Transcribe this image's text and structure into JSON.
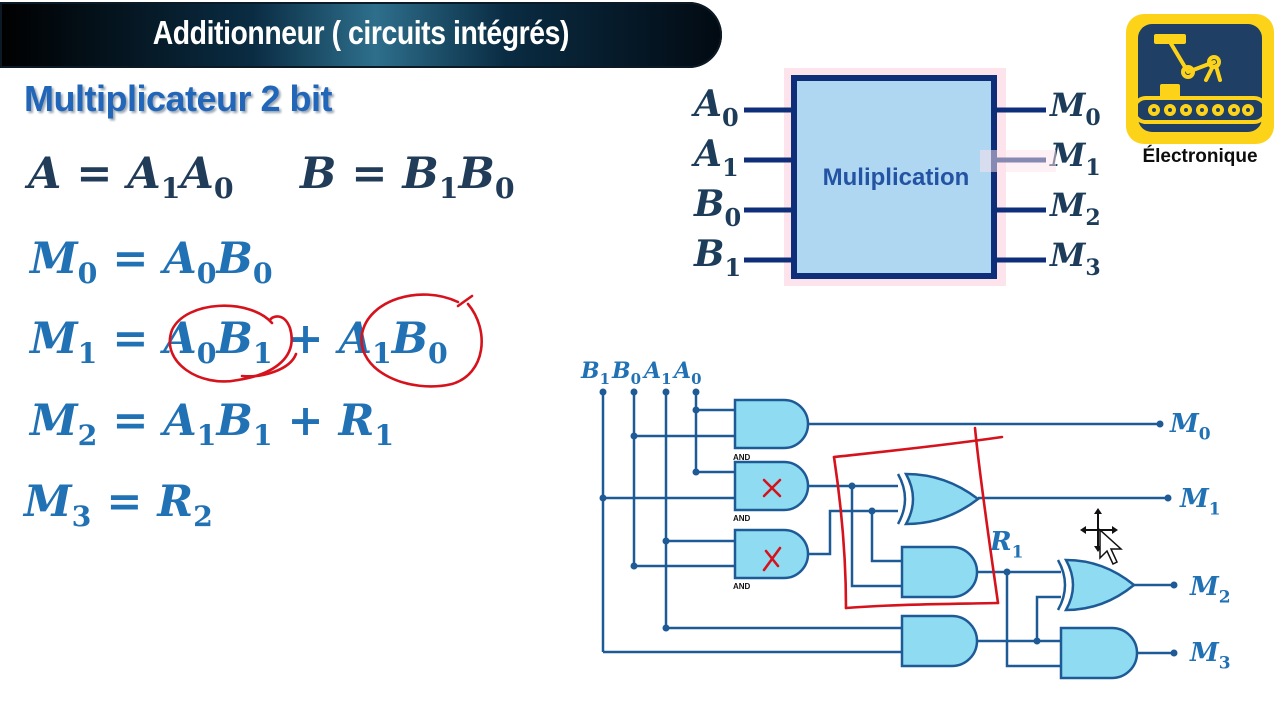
{
  "header": {
    "title": "Additionneur ( circuits intégrés)"
  },
  "subtitle": "Multiplicateur 2 bit",
  "equations": {
    "a_def": {
      "lhs": "A",
      "rhs": "A",
      "rhs_sub1": "1",
      "rhs2": "A",
      "rhs_sub2": "0"
    },
    "b_def": {
      "lhs": "B",
      "rhs": "B",
      "rhs_sub1": "1",
      "rhs2": "B",
      "rhs_sub2": "0"
    },
    "m0": {
      "lhs": "M",
      "lhs_sub": "0",
      "t1": "A",
      "t1_sub": "0",
      "t2": "B",
      "t2_sub": "0"
    },
    "m1": {
      "lhs": "M",
      "lhs_sub": "1",
      "t1": "A",
      "t1_sub": "0",
      "t2": "B",
      "t2_sub": "1",
      "t3": "A",
      "t3_sub": "1",
      "t4": "B",
      "t4_sub": "0"
    },
    "m2": {
      "lhs": "M",
      "lhs_sub": "2",
      "t1": "A",
      "t1_sub": "1",
      "t2": "B",
      "t2_sub": "1",
      "t3": "R",
      "t3_sub": "1"
    },
    "m3": {
      "lhs": "M",
      "lhs_sub": "3",
      "t1": "R",
      "t1_sub": "2"
    }
  },
  "block": {
    "label": "Muliplication",
    "inputs": [
      {
        "name": "A",
        "sub": "0"
      },
      {
        "name": "A",
        "sub": "1"
      },
      {
        "name": "B",
        "sub": "0"
      },
      {
        "name": "B",
        "sub": "1"
      }
    ],
    "outputs": [
      {
        "name": "M",
        "sub": "0"
      },
      {
        "name": "M",
        "sub": "1"
      },
      {
        "name": "M",
        "sub": "2"
      },
      {
        "name": "M",
        "sub": "3"
      }
    ]
  },
  "circuit": {
    "inputs": [
      {
        "name": "B",
        "sub": "1"
      },
      {
        "name": "B",
        "sub": "0"
      },
      {
        "name": "A",
        "sub": "1"
      },
      {
        "name": "A",
        "sub": "0"
      }
    ],
    "gate_label": "AND",
    "outputs": [
      {
        "name": "M",
        "sub": "0"
      },
      {
        "name": "M",
        "sub": "1"
      },
      {
        "name": "M",
        "sub": "2"
      },
      {
        "name": "M",
        "sub": "3"
      }
    ],
    "r1": {
      "name": "R",
      "sub": "1"
    }
  },
  "logo": {
    "text": "Électronique",
    "icon": "robot-arm-conveyor-icon"
  },
  "colors": {
    "equation_dark": "#213c58",
    "equation_blue": "#2171b5",
    "subtitle": "#2166b9",
    "wire": "#1d5a96",
    "gate_fill": "#8fdcf2",
    "annotation": "#d6121c",
    "block_fill": "#b0d7f2",
    "logo_yellow": "#fdd31a",
    "logo_navy": "#1f3f65"
  }
}
